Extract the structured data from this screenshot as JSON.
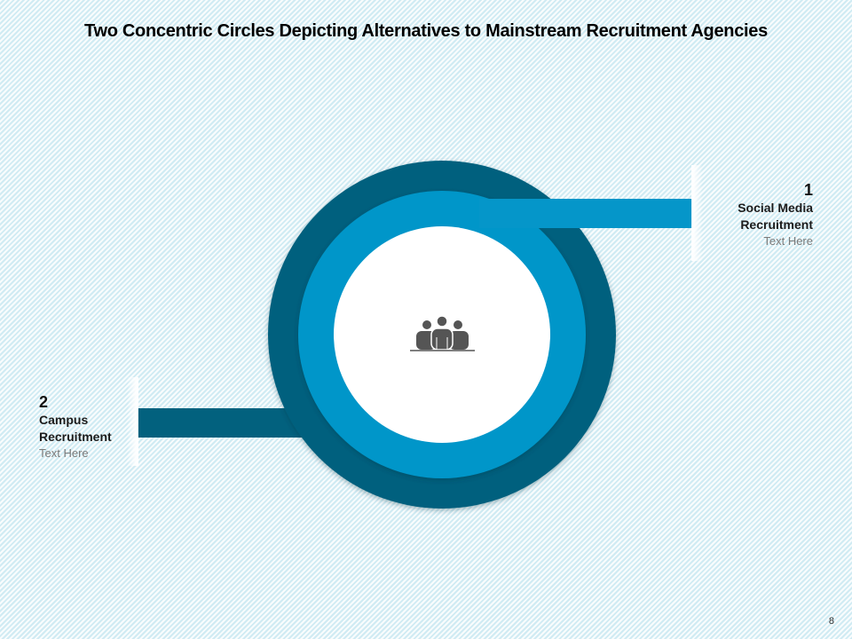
{
  "title": "Two Concentric Circles Depicting Alternatives to Mainstream Recruitment Agencies",
  "items": [
    {
      "number": "1",
      "name_line1": "Social Media",
      "name_line2": "Recruitment",
      "description": "Text Here"
    },
    {
      "number": "2",
      "name_line1": "Campus",
      "name_line2": "Recruitment",
      "description": "Text Here"
    }
  ],
  "page_number": "8",
  "center_icon": "people-group-icon",
  "colors": {
    "outer_ring": "#02617e",
    "inner_ring": "#0596c9",
    "center": "#ffffff",
    "icon": "#555555"
  }
}
